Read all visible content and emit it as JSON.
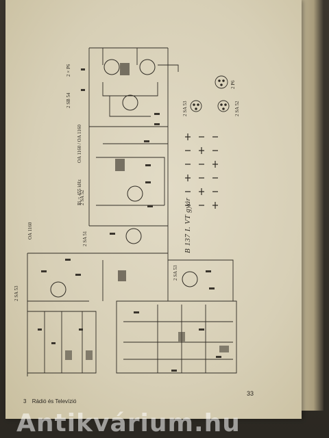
{
  "footer": {
    "section_number": "3",
    "magazine_title": "Rádió és Televízió",
    "page_number": "33"
  },
  "schematic": {
    "caption": "B 137 I. VT gyár",
    "labels": {
      "output_stage": "2 × P6",
      "driver": "2 SB 54",
      "if_stage": "2 SA 52",
      "rf_stage_a": "2 SA 51",
      "rf_stage_b": "2 SA 53",
      "oscillator": "2 SA 53",
      "diodes": "OA 1160 / OA 1160",
      "detector": "OA 1160",
      "note": "Ri = 455 kHz",
      "conn_a": "2 SA 53",
      "conn_b": "2 SA 52",
      "top_right": "2 P6"
    }
  },
  "watermark": {
    "text": "Antikvárium.hu"
  }
}
